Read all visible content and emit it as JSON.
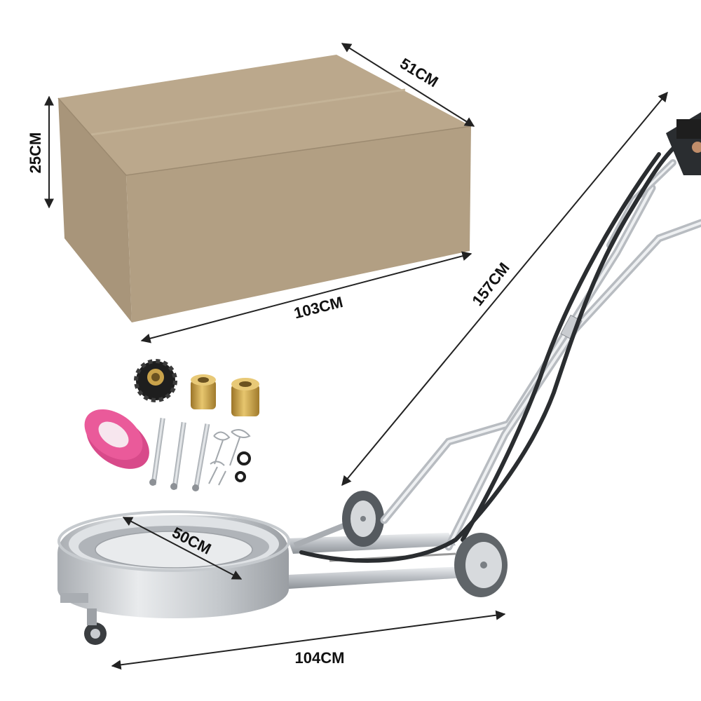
{
  "dimensions": {
    "box_length": "103CM",
    "box_depth": "51CM",
    "box_height": "25CM",
    "machine_height": "157CM",
    "machine_length": "104CM",
    "deck_diameter": "50CM"
  },
  "colors": {
    "cardboard": "#b29f83",
    "cardboard_side": "#a8957a",
    "cardboard_top": "#bba88c",
    "steel": "#c9ccd0",
    "steel_dark": "#8d9196",
    "hose": "#2a2d30",
    "tape_pink": "#ea5a9a",
    "brass": "#c9a24a",
    "rubber": "#1e1e1e"
  }
}
